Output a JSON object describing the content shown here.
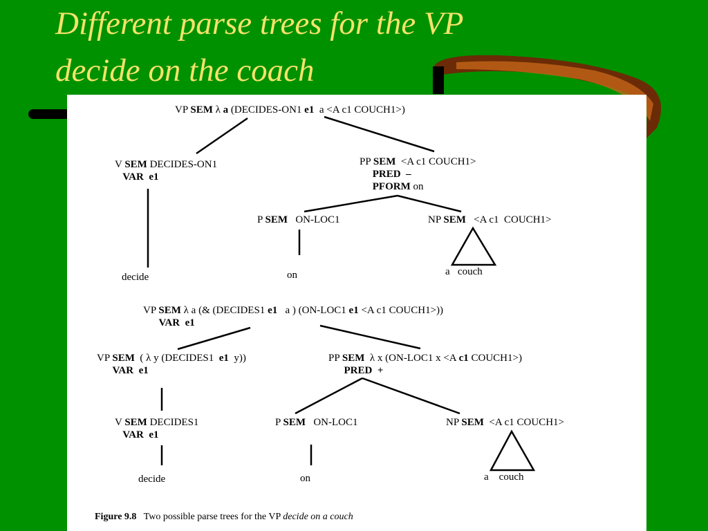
{
  "slide": {
    "title_line1": "Different parse trees for the VP",
    "title_line2": "decide on the coach"
  },
  "colors": {
    "background": "#009100",
    "title_text": "#f3e36a",
    "swoosh": "#6b2b06",
    "swoosh_highlight": "#c86a1a"
  },
  "figure": {
    "tree1": {
      "root": [
        "VP **SEM** λ **a** (DECIDES-ON1 **e1**  a <A c1 COUCH1>)"
      ],
      "v": [
        "V **SEM** DECIDES-ON1",
        "   **VAR  e1**"
      ],
      "pp": [
        "PP **SEM**  <A c1 COUCH1>",
        "     **PRED  –**",
        "     **PFORM** on"
      ],
      "p": [
        "P **SEM**   ON-LOC1"
      ],
      "np": [
        "NP **SEM**   <A c1  COUCH1>"
      ],
      "leaf_decide": "decide",
      "leaf_on": "on",
      "leaf_couch": "a   couch"
    },
    "tree2": {
      "root": [
        "VP **SEM** λ a (& (DECIDES1 **e1**   a ) (ON-LOC1 **e1** <A c1 COUCH1>))",
        "      **VAR  e1**"
      ],
      "vp": [
        "VP **SEM**  ( λ y (DECIDES1  **e1**  y))",
        "      **VAR  e1**"
      ],
      "pp": [
        "PP **SEM**  λ x (ON-LOC1 x <A **c1** COUCH1>)",
        "      **PRED  +**"
      ],
      "v": [
        "V **SEM** DECIDES1",
        "   **VAR  e1**"
      ],
      "p": [
        "P **SEM**   ON-LOC1"
      ],
      "np": [
        "NP **SEM**  <A c1 COUCH1>"
      ],
      "leaf_decide": "decide",
      "leaf_on": "on",
      "leaf_couch": "a    couch"
    },
    "caption": {
      "label": "Figure 9.8",
      "text": "Two possible parse trees for the VP",
      "emphasis": "decide on a couch"
    }
  }
}
